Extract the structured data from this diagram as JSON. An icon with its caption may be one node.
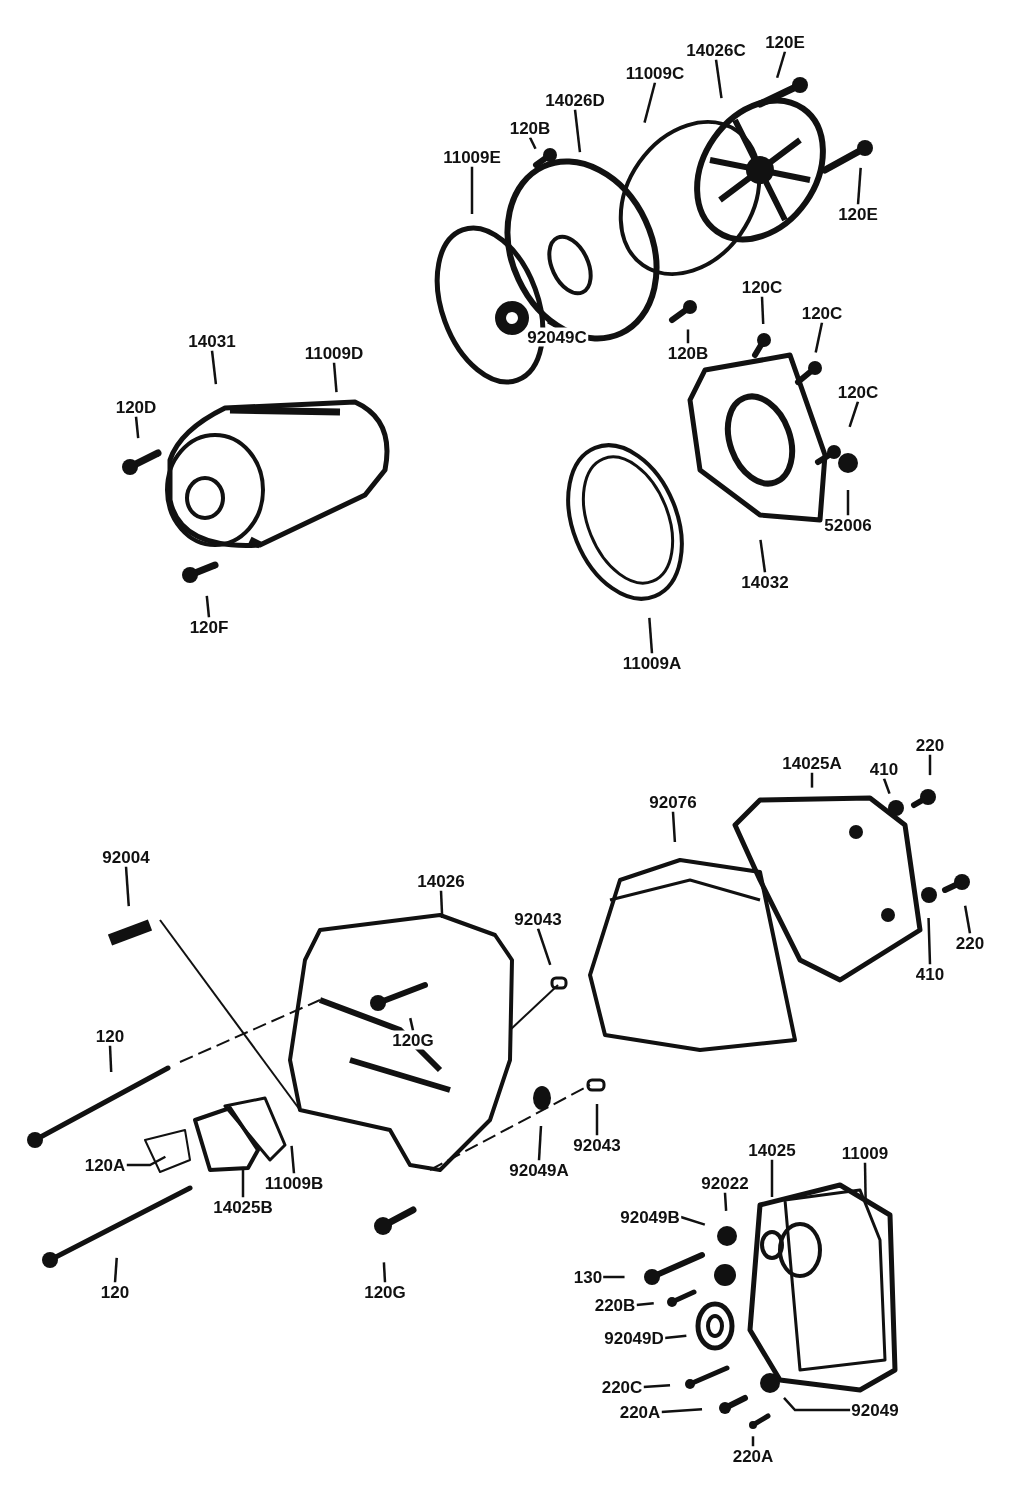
{
  "diagram": {
    "nodes": [
      {
        "text": [
          "14026C"
        ]
      },
      {
        "text": [
          "120E"
        ]
      },
      {
        "text": [
          "11009C"
        ]
      },
      {
        "text": [
          "14026D"
        ]
      },
      {
        "text": [
          "120B"
        ]
      },
      {
        "text": [
          "11009E"
        ]
      },
      {
        "text": [
          "120E"
        ]
      },
      {
        "text": [
          "92049C"
        ]
      },
      {
        "text": [
          "120B"
        ]
      },
      {
        "text": [
          "120C"
        ]
      },
      {
        "text": [
          "120C"
        ]
      },
      {
        "text": [
          "120C"
        ]
      },
      {
        "text": [
          "52006"
        ]
      },
      {
        "text": [
          "14032"
        ]
      },
      {
        "text": [
          "11009A"
        ]
      },
      {
        "text": [
          "14031"
        ]
      },
      {
        "text": [
          "11009D"
        ]
      },
      {
        "text": [
          "120D"
        ]
      },
      {
        "text": [
          "120F"
        ]
      },
      {
        "text": [
          "14025A"
        ]
      },
      {
        "text": [
          "220"
        ]
      },
      {
        "text": [
          "410"
        ]
      },
      {
        "text": [
          "92076"
        ]
      },
      {
        "text": [
          "92004"
        ]
      },
      {
        "text": [
          "14026"
        ]
      },
      {
        "text": [
          "92043"
        ]
      },
      {
        "text": [
          "220"
        ]
      },
      {
        "text": [
          "410"
        ]
      },
      {
        "text": [
          "120G"
        ]
      },
      {
        "text": [
          "120"
        ]
      },
      {
        "text": [
          "92043"
        ]
      },
      {
        "text": [
          "92049A"
        ]
      },
      {
        "text": [
          "120A"
        ]
      },
      {
        "text": [
          "11009B"
        ]
      },
      {
        "text": [
          "14025B"
        ]
      },
      {
        "text": [
          "14025"
        ]
      },
      {
        "text": [
          "11009"
        ]
      },
      {
        "text": [
          "92022"
        ]
      },
      {
        "text": [
          "92049B"
        ]
      },
      {
        "text": [
          "130"
        ]
      },
      {
        "text": [
          "220B"
        ]
      },
      {
        "text": [
          "120"
        ]
      },
      {
        "text": [
          "120G"
        ]
      },
      {
        "text": [
          "92049D"
        ]
      },
      {
        "text": [
          "220C"
        ]
      },
      {
        "text": [
          "220A"
        ]
      },
      {
        "text": [
          "92049"
        ]
      },
      {
        "text": [
          "220A"
        ]
      }
    ],
    "edges": [
      {
        "from": 0,
        "to": null,
        "arrow": "none"
      },
      {
        "from": 1,
        "to": null,
        "arrow": "none"
      },
      {
        "from": 2,
        "to": null,
        "arrow": "none"
      },
      {
        "from": 3,
        "to": null,
        "arrow": "none"
      },
      {
        "from": 4,
        "to": null,
        "arrow": "none"
      },
      {
        "from": 5,
        "to": null,
        "arrow": "none"
      },
      {
        "from": 6,
        "to": null,
        "arrow": "none"
      },
      {
        "from": 7,
        "to": null,
        "arrow": "none"
      },
      {
        "from": 8,
        "to": null,
        "arrow": "none"
      },
      {
        "from": 9,
        "to": null,
        "arrow": "none"
      },
      {
        "from": 10,
        "to": null,
        "arrow": "none"
      },
      {
        "from": 11,
        "to": null,
        "arrow": "none"
      },
      {
        "from": 12,
        "to": null,
        "arrow": "none"
      },
      {
        "from": 13,
        "to": null,
        "arrow": "none"
      },
      {
        "from": 14,
        "to": null,
        "arrow": "none"
      },
      {
        "from": 15,
        "to": null,
        "arrow": "none"
      },
      {
        "from": 16,
        "to": null,
        "arrow": "none"
      },
      {
        "from": 17,
        "to": null,
        "arrow": "none"
      },
      {
        "from": 18,
        "to": null,
        "arrow": "none"
      },
      {
        "from": 19,
        "to": null,
        "arrow": "none"
      },
      {
        "from": 20,
        "to": null,
        "arrow": "none"
      },
      {
        "from": 21,
        "to": null,
        "arrow": "none"
      },
      {
        "from": 22,
        "to": null,
        "arrow": "none"
      },
      {
        "from": 23,
        "to": null,
        "arrow": "none"
      },
      {
        "from": 24,
        "to": null,
        "arrow": "none"
      },
      {
        "from": 25,
        "to": null,
        "arrow": "none"
      },
      {
        "from": 26,
        "to": null,
        "arrow": "none"
      },
      {
        "from": 27,
        "to": null,
        "arrow": "none"
      },
      {
        "from": 28,
        "to": null,
        "arrow": "none"
      },
      {
        "from": 29,
        "to": null,
        "arrow": "none"
      },
      {
        "from": 30,
        "to": null,
        "arrow": "none"
      },
      {
        "from": 31,
        "to": null,
        "arrow": "none"
      },
      {
        "from": 32,
        "to": null,
        "arrow": "none"
      },
      {
        "from": 33,
        "to": null,
        "arrow": "none"
      },
      {
        "from": 34,
        "to": null,
        "arrow": "none"
      },
      {
        "from": 35,
        "to": null,
        "arrow": "none"
      },
      {
        "from": 36,
        "to": null,
        "arrow": "none"
      },
      {
        "from": 37,
        "to": null,
        "arrow": "none"
      },
      {
        "from": 38,
        "to": null,
        "arrow": "none"
      },
      {
        "from": 39,
        "to": null,
        "arrow": "none"
      },
      {
        "from": 40,
        "to": null,
        "arrow": "none"
      },
      {
        "from": 41,
        "to": null,
        "arrow": "none"
      },
      {
        "from": 42,
        "to": null,
        "arrow": "none"
      },
      {
        "from": 43,
        "to": null,
        "arrow": "none"
      },
      {
        "from": 44,
        "to": null,
        "arrow": "none"
      },
      {
        "from": 45,
        "to": null,
        "arrow": "none"
      },
      {
        "from": 46,
        "to": null,
        "arrow": "none"
      },
      {
        "from": 47,
        "to": null,
        "arrow": "none"
      }
    ]
  }
}
